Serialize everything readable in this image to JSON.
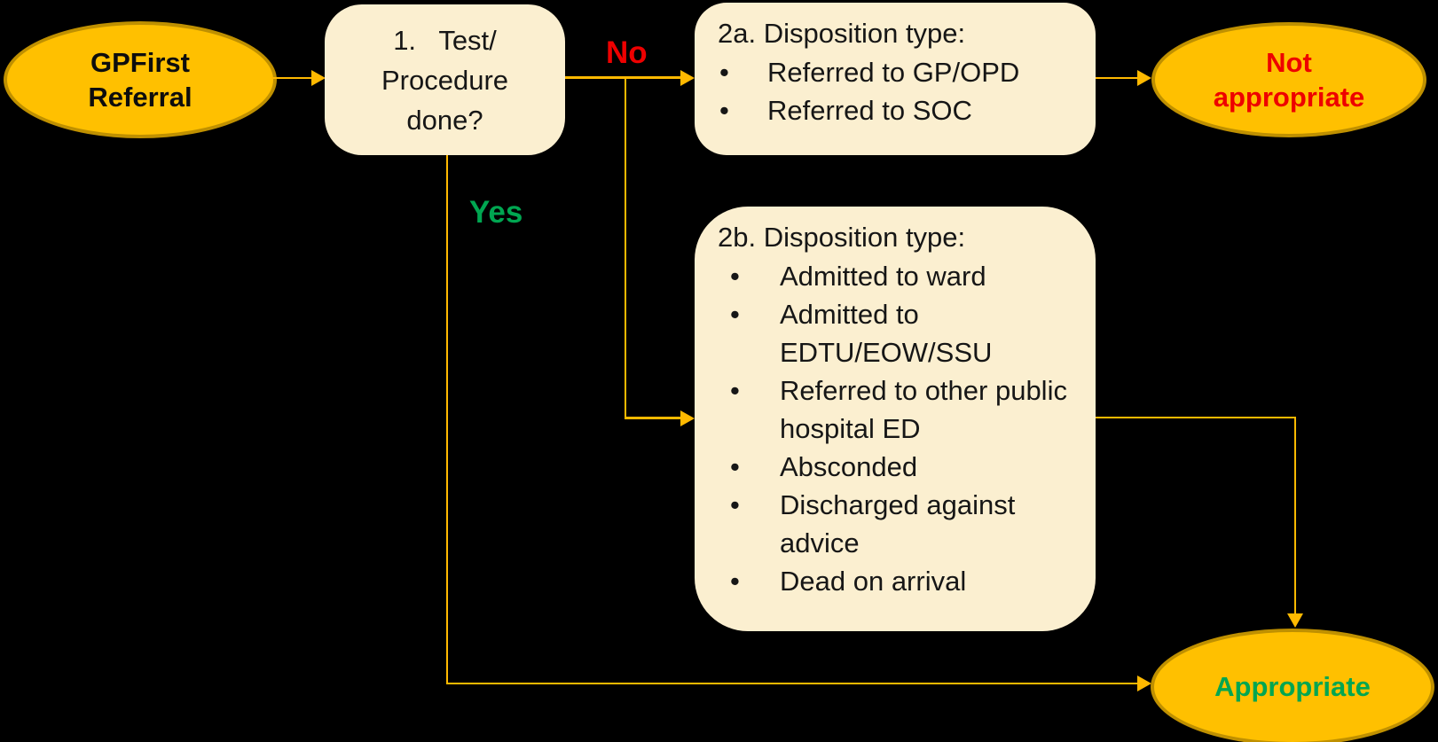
{
  "colors": {
    "bg": "#000000",
    "node-fill": "#FFC000",
    "node-border": "#BF9000",
    "box-fill": "#FBEFD0",
    "arrow": "#FFB900",
    "red": "#EE0000",
    "green": "#00A651"
  },
  "nodes": {
    "start": {
      "line1": "GPFirst",
      "line2": "Referral"
    },
    "decision": {
      "line1": "1.   Test/",
      "line2": "Procedure",
      "line3": "done?"
    },
    "box2a": {
      "title": "2a. Disposition type:",
      "bullet_char": "•",
      "bullets": [
        "Referred to GP/OPD",
        "Referred to SOC"
      ]
    },
    "box2b": {
      "title": "2b. Disposition type:",
      "bullet_char": "•",
      "bullets": [
        "Admitted to ward",
        "Admitted to EDTU/EOW/SSU",
        "Referred to other public hospital ED",
        "Absconded",
        "Discharged against advice",
        "Dead on arrival"
      ]
    },
    "not_appropriate": {
      "line1": "Not",
      "line2": "appropriate"
    },
    "appropriate": {
      "label": "Appropriate"
    }
  },
  "edge_labels": {
    "no": "No",
    "yes": "Yes"
  }
}
